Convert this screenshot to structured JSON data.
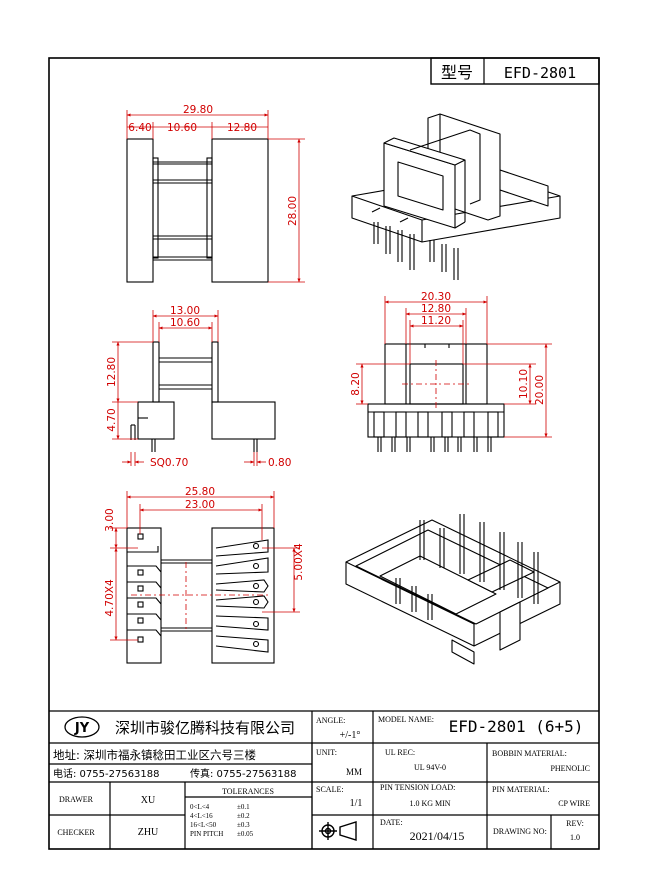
{
  "header": {
    "model_label": "型号",
    "model_value": "EFD-2801"
  },
  "dimensions": {
    "top_view": {
      "overall_width": "29.80",
      "left": "6.40",
      "middle": "10.60",
      "right": "12.80",
      "height": "28.00"
    },
    "side_view": {
      "width_outer": "13.00",
      "width_inner": "10.60",
      "upper_height": "12.80",
      "base_height": "4.70",
      "pin_size": "SQ0.70",
      "pin_gap": "0.80"
    },
    "front_view": {
      "overall_width": "20.30",
      "flange_width": "12.80",
      "window_width": "11.20",
      "window_height": "8.20",
      "core_height": "10.10",
      "overall_height": "20.00"
    },
    "bottom_view": {
      "overall_width": "25.80",
      "pin_span": "23.00",
      "top_offset": "3.00",
      "left_pitch": "4.70X4",
      "right_pitch": "5.00X4"
    }
  },
  "title_block": {
    "logo": "JY",
    "company": "深圳市骏亿腾科技有限公司",
    "address": "地址: 深圳市福永镇稔田工业区六号三楼",
    "phone": "电话: 0755-27563188",
    "fax": "传真: 0755-27563188",
    "angle_label": "ANGLE:",
    "angle_value": "+/-1°",
    "model_name_label": "MODEL NAME:",
    "model_name_value": "EFD-2801 (6+5)",
    "unit_label": "UNIT:",
    "unit_value": "MM",
    "ul_rec_label": "UL REC:",
    "ul_rec_value": "UL 94V-0",
    "bobbin_material_label": "BOBBIN MATERIAL:",
    "bobbin_material_value": "PHENOLIC",
    "scale_label": "SCALE:",
    "scale_value": "1/1",
    "pin_tension_label": "PIN TENSION LOAD:",
    "pin_tension_value": "1.0 KG MIN",
    "pin_material_label": "PIN MATERIAL:",
    "pin_material_value": "CP WIRE",
    "drawer_label": "DRAWER",
    "drawer_value": "XU",
    "checker_label": "CHECKER",
    "checker_value": "ZHU",
    "tolerances_label": "TOLERANCES",
    "tolerances": [
      {
        "range": "0<L<4",
        "value": "±0.1"
      },
      {
        "range": "4<L<16",
        "value": "±0.2"
      },
      {
        "range": "16<L<50",
        "value": "±0.3"
      },
      {
        "range": "PIN PITCH",
        "value": "±0.05"
      }
    ],
    "date_label": "DATE:",
    "date_value": "2021/04/15",
    "drawing_no_label": "DRAWING NO:",
    "rev_label": "REV:",
    "rev_value": "1.0"
  }
}
